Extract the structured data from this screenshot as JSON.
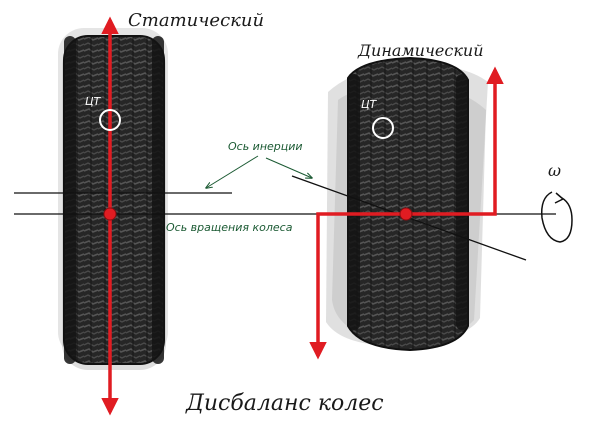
{
  "title": "Дисбаланс колес",
  "static_label": "Статический",
  "dynamic_label": "Динамический",
  "center_of_gravity_label": "ЦТ",
  "inertia_axis_label": "Ось инерции",
  "rotation_axis_label": "Ось вращения колеса",
  "omega_label": "ω",
  "colors": {
    "force_arrow": "#e01c22",
    "tire": "#1f1f1f",
    "tire_ghost": "#c9c9c9",
    "axis_line": "#111111",
    "leader_line": "#1b5a33"
  }
}
